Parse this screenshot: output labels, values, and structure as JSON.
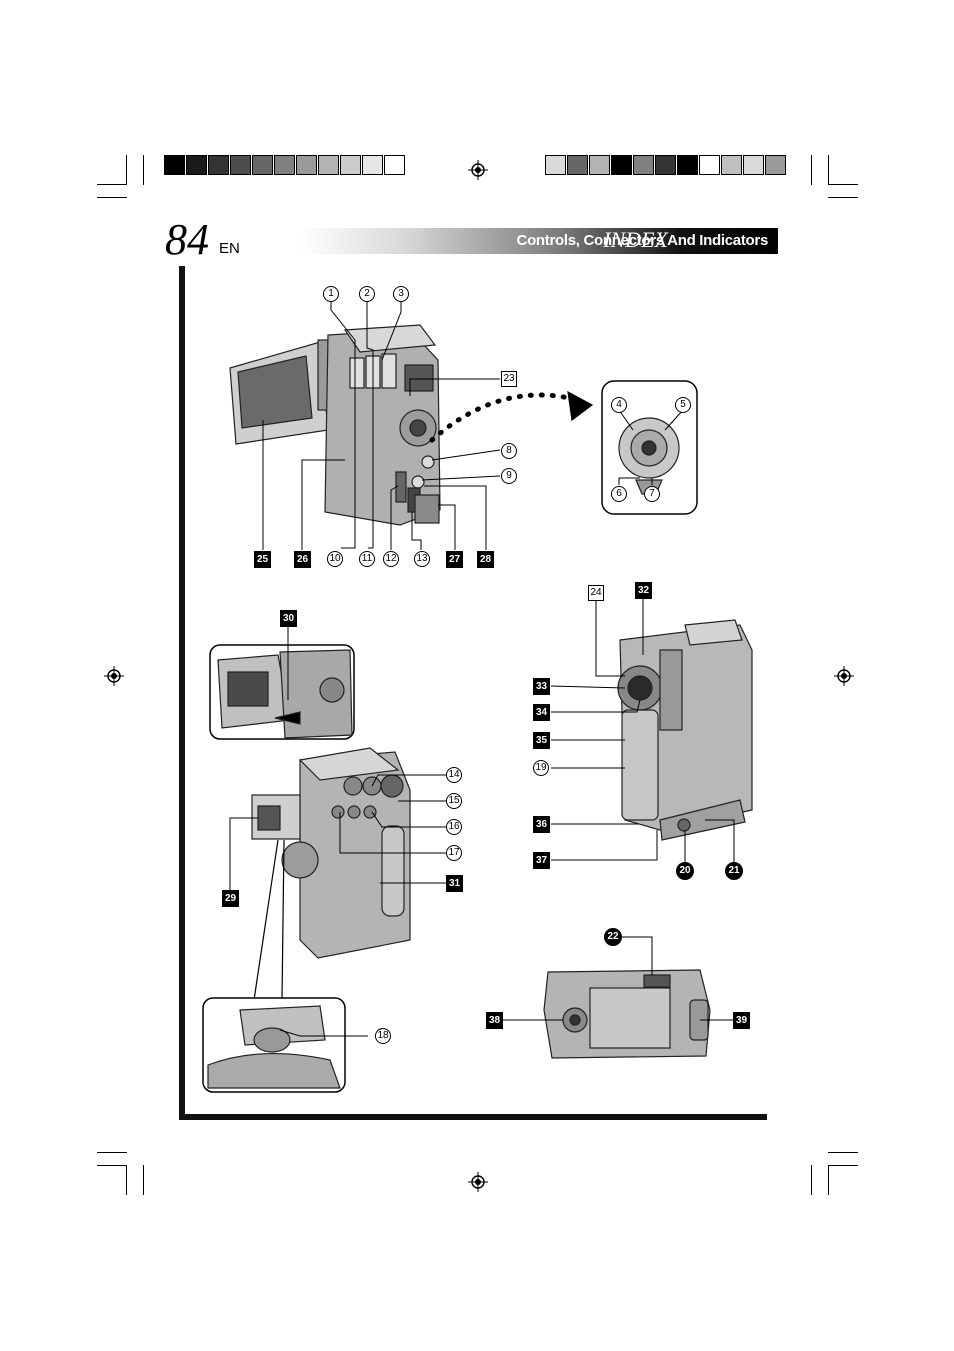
{
  "page": {
    "number": "84",
    "lang": "EN"
  },
  "header": {
    "section": "INDEX",
    "title": "Controls, Connectors And Indicators"
  },
  "print_marks": {
    "left_bar": [
      "#000000",
      "#1a1a1a",
      "#333333",
      "#4d4d4d",
      "#666666",
      "#808080",
      "#999999",
      "#b3b3b3",
      "#cccccc",
      "#e6e6e6",
      "#ffffff"
    ],
    "right_bar": [
      "#d9d9d9",
      "#666666",
      "#b3b3b3",
      "#000000",
      "#808080",
      "#333333",
      "#000000",
      "#ffffff",
      "#bfbfbf",
      "#d9d9d9",
      "#999999"
    ]
  },
  "callouts": {
    "c1": "1",
    "c2": "2",
    "c3": "3",
    "c4": "4",
    "c5": "5",
    "c6": "6",
    "c7": "7",
    "c8": "8",
    "c9": "9",
    "c10": "10",
    "c11": "11",
    "c12": "12",
    "c13": "13",
    "c14": "14",
    "c15": "15",
    "c16": "16",
    "c17": "17",
    "c18": "18",
    "c19": "19",
    "c20": "20",
    "c21": "21",
    "c22": "22",
    "c23": "23",
    "c24": "24",
    "c25": "25",
    "c26": "26",
    "c27": "27",
    "c28": "28",
    "c29": "29",
    "c30": "30",
    "c31": "31",
    "c32": "32",
    "c33": "33",
    "c34": "34",
    "c35": "35",
    "c36": "36",
    "c37": "37",
    "c38": "38",
    "c39": "39"
  }
}
